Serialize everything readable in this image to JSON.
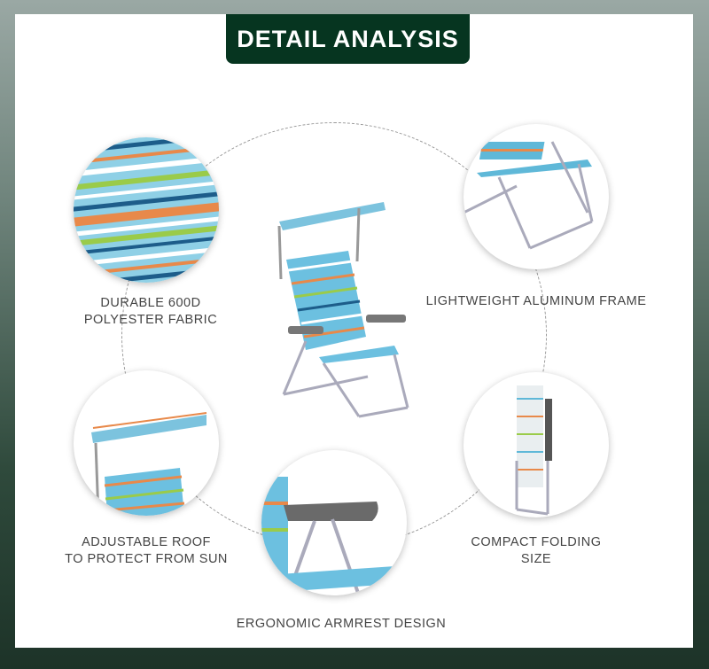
{
  "header": {
    "title": "DETAIL ANALYSIS"
  },
  "features": [
    {
      "line1": "DURABLE 600D",
      "line2": "POLYESTER FABRIC"
    },
    {
      "line1": "LIGHTWEIGHT ALUMINUM FRAME"
    },
    {
      "line1": "ADJUSTABLE ROOF",
      "line2": "TO PROTECT FROM SUN"
    },
    {
      "line1": "COMPACT FOLDING",
      "line2": "SIZE"
    },
    {
      "line1": "ERGONOMIC ARMREST DESIGN"
    }
  ],
  "colors": {
    "header_bg": "#063520",
    "stripe_blue": "#5fb8d8",
    "stripe_orange": "#e8894a",
    "stripe_green": "#9acb4a",
    "stripe_navy": "#1d5d8a"
  }
}
